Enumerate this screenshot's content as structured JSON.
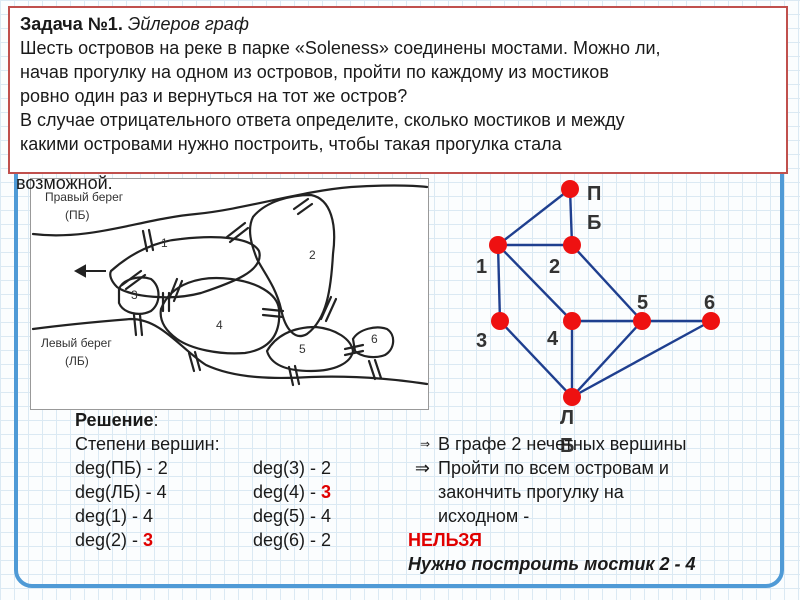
{
  "task": {
    "title_bold": "Задача №1.",
    "title_italic": "Эйлеров граф",
    "lines": [
      "Шесть островов на реке в парке «Soleness» соединены мостами. Можно ли,",
      "начав прогулку на одном из островов, пройти по каждому из мостиков",
      "ровно один раз и вернуться на тот же остров?",
      "В случае отрицательного ответа определите, сколько мостиков и между",
      "какими островами нужно построить, чтобы такая прогулка стала"
    ],
    "clipped_word": "возможной."
  },
  "map": {
    "right_bank": "Правый берег",
    "right_bank_abbr": "(ПБ)",
    "left_bank": "Левый берег",
    "left_bank_abbr": "(ЛБ)",
    "islands": [
      "1",
      "2",
      "3",
      "4",
      "5",
      "6"
    ]
  },
  "graph": {
    "vertices": {
      "pb_top": "П",
      "pb_bottom": "Б",
      "v1": "1",
      "v2": "2",
      "v3": "3",
      "v4": "4",
      "v5": "5",
      "v6": "6",
      "lb_top": "Л",
      "lb_bottom": "Б"
    },
    "edges": [
      [
        "ПБ",
        "1"
      ],
      [
        "ПБ",
        "2"
      ],
      [
        "1",
        "2"
      ],
      [
        "1",
        "3"
      ],
      [
        "1",
        "4"
      ],
      [
        "2",
        "5"
      ],
      [
        "3",
        "ЛБ"
      ],
      [
        "4",
        "5"
      ],
      [
        "4",
        "ЛБ"
      ],
      [
        "5",
        "6"
      ],
      [
        "5",
        "ЛБ"
      ],
      [
        "6",
        "ЛБ"
      ]
    ],
    "colors": {
      "vertex": "#ee1111",
      "edge": "#1f3f8f"
    }
  },
  "solution": {
    "header": "Решение",
    "header_colon": ":",
    "subheader": "Степени вершин:",
    "rows": [
      {
        "left_label": "deg(ПБ) - ",
        "left_value": "2",
        "right_label": "deg(3) - ",
        "right_value": "2"
      },
      {
        "left_label": "deg(ЛБ) - ",
        "left_value": "4",
        "right_label": "deg(4) - ",
        "right_value": "3"
      },
      {
        "left_label": "deg(1) - ",
        "left_value": "4",
        "right_label": "deg(5) - ",
        "right_value": "4"
      },
      {
        "left_label": "deg(2) - ",
        "left_value": "3",
        "right_label": "deg(6) - ",
        "right_value": "2"
      }
    ]
  },
  "conclusion": {
    "arrow": "⇒",
    "line1": "В графе 2 нечетных вершины",
    "line2a": "Пройти по всем островам и",
    "line2b": "закончить прогулку на",
    "line2c": "исходном -",
    "no": "НЕЛЬЗЯ",
    "need": "Нужно построить мостик 2 - 4"
  }
}
